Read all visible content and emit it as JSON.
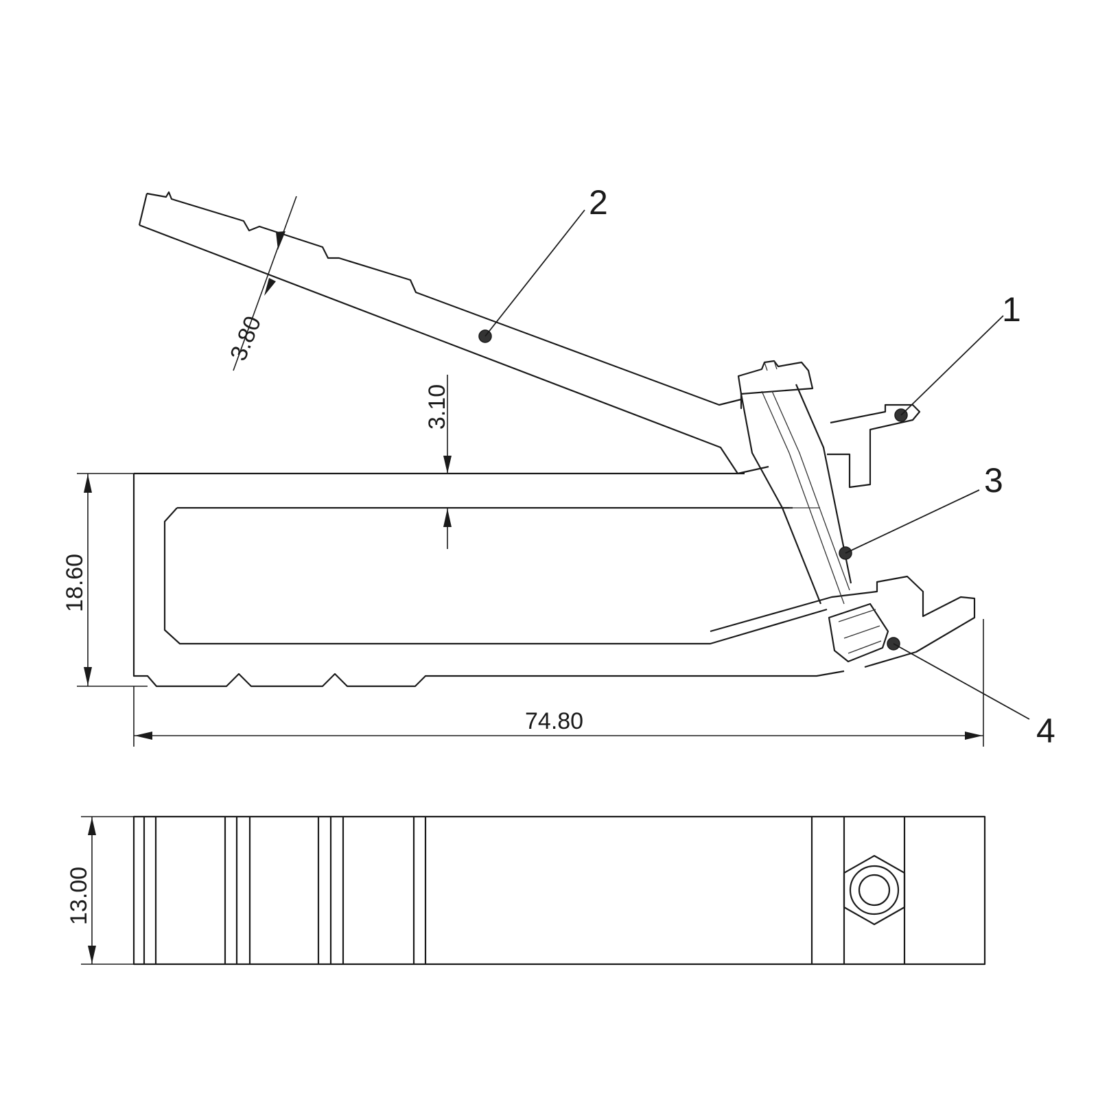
{
  "dimensions": {
    "upper_arm_thickness": "3.80",
    "top_wall_thickness": "3.10",
    "total_height": "18.60",
    "total_length": "74.80",
    "width": "13.00"
  },
  "callouts": [
    "1",
    "2",
    "3",
    "4"
  ],
  "colors": {
    "line": "#1a1a1a",
    "background": "#ffffff"
  }
}
